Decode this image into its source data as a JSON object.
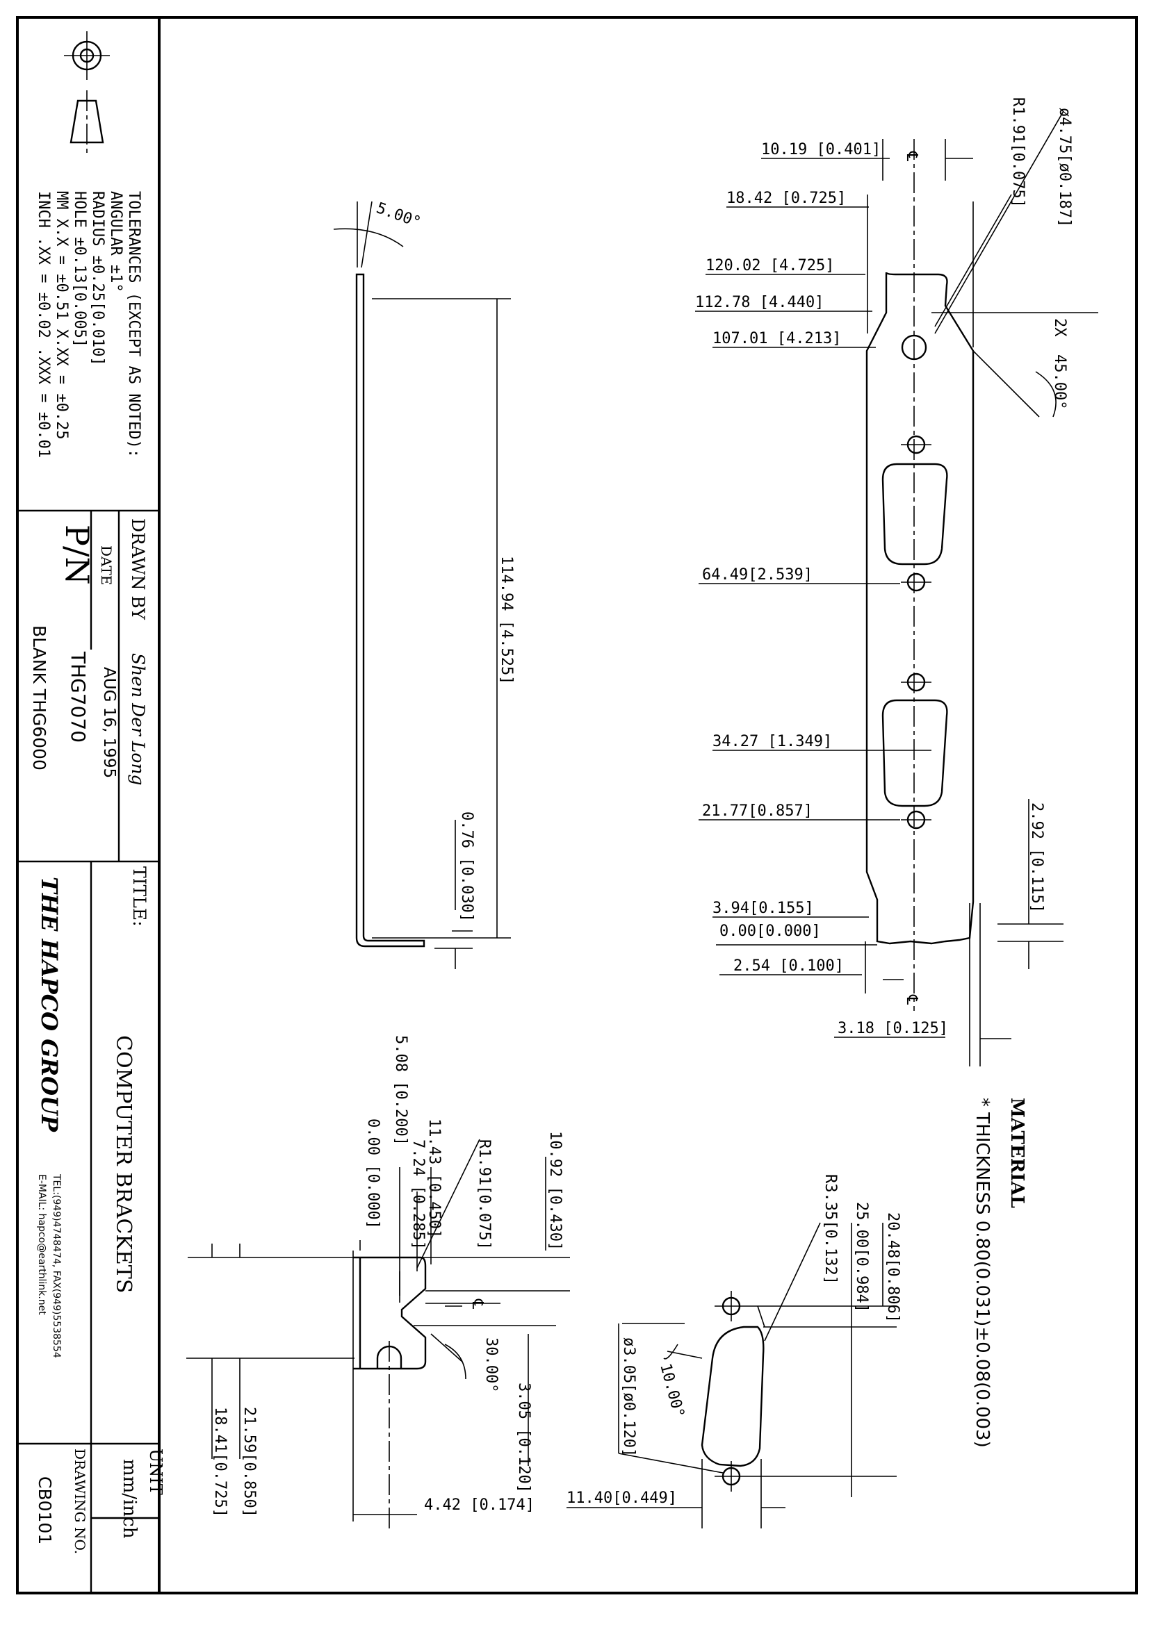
{
  "title_block": {
    "tolerances": {
      "heading": "TOLERANCES (EXCEPT AS NOTED):",
      "angular": "ANGULAR ±1°",
      "radius": "RADIUS ±0.25[0.010]",
      "hole": "HOLE ±0.13[0.005]",
      "mm": "MM X.X = ±0.51 X.XX = ±0.25",
      "inch": "INCH .XX = ±0.02 .XXX = ±0.01"
    },
    "drawn_by_label": "DRAWN BY",
    "drawn_by_value": "Shen Der Long",
    "date_label": "DATE",
    "date_value": "AUG 16, 1995",
    "pn_label": "P/N",
    "pn_value": "THG7070",
    "pn_blank": "BLANK THG6000",
    "title_label": "TITLE:",
    "title_value": "COMPUTER BRACKETS",
    "company": "THE HAPCO GROUP",
    "company_tel": "TEL:(949)4748474, FAX(949)5538554",
    "company_email": "E-MAIL: hapco@earthlink.net",
    "unit_label": "UNIT",
    "unit_value": "mm/inch",
    "drawing_no_label": "DRAWING NO.",
    "drawing_no_value": "CB0101"
  },
  "material": {
    "heading": "MATERIAL",
    "thickness": "* THICKNESS 0.80(0.031)±0.08(0.003)"
  },
  "dims_main": {
    "d1": "10.19 [0.401]",
    "d2": "18.42 [0.725]",
    "d3": "120.02 [4.725]",
    "d4": "112.78 [4.440]",
    "d5": "107.01 [4.213]",
    "d6": "64.49[2.539]",
    "d7": "34.27 [1.349]",
    "d8": "21.77[0.857]",
    "d9": "3.94[0.155]",
    "d10": "0.00[0.000]",
    "d11": "2.54 [0.100]",
    "d12": "3.18 [0.125]",
    "r1": "R1.91[0.075]",
    "hole": "ø4.75[ø0.187]",
    "chamfer_count": "2X",
    "chamfer_angle": "45.00°",
    "tab": "2.92 [0.115]",
    "cl": "℄"
  },
  "dims_side": {
    "angle": "5.00°",
    "length": "114.94 [4.525]",
    "thick": "0.76 [0.030]"
  },
  "dims_detail": {
    "a": "5.08 [0.200]",
    "b": "0.00 [0.000]",
    "c": "11.43 [0.450]",
    "d": "7.24 [0.285]",
    "r": "R1.91[0.075]",
    "e": "10.92 [0.430]",
    "ang": "30.00°",
    "f": "3.05 [0.120]",
    "g": "21.59[0.850]",
    "h": "18.41[0.725]",
    "i": "4.42 [0.174]",
    "cl": "℄"
  },
  "dims_dsub": {
    "a": "20.48[0.806]",
    "b": "25.00[0.984]",
    "r": "R3.35[0.132]",
    "hole": "ø3.05[ø0.120]",
    "ang": "10.00°",
    "w": "11.40[0.449]"
  }
}
